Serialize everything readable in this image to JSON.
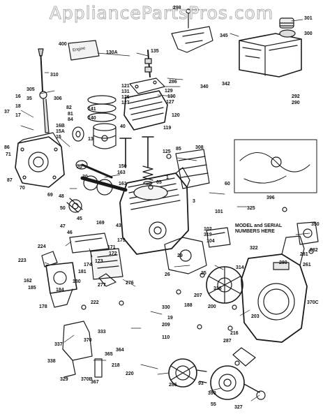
{
  "watermark": "AppliancePartsPros.com",
  "plate_note": [
    "MODEL and SERIAL",
    "NUMBERS HERE"
  ],
  "manual_label": "Engine",
  "labels": [
    "298",
    "301",
    "345",
    "300",
    "400",
    "130A",
    "135",
    "310",
    "286",
    "340",
    "342",
    "305",
    "306",
    "16",
    "35",
    "18",
    "37",
    "17",
    "82",
    "81",
    "84",
    "121",
    "131",
    "130",
    "127",
    "129",
    "126",
    "292",
    "290",
    "127",
    "120",
    "141",
    "140",
    "40",
    "16B",
    "15A",
    "15",
    "125",
    "13",
    "85",
    "308",
    "119",
    "86",
    "71",
    "87",
    "70",
    "20",
    "69",
    "30",
    "48",
    "50",
    "45",
    "47",
    "46",
    "169",
    "3",
    "43",
    "224",
    "171",
    "172",
    "173",
    "174",
    "175",
    "223",
    "162",
    "185",
    "181",
    "180",
    "184",
    "178",
    "276",
    "277",
    "222",
    "1",
    "150",
    "163",
    "161",
    "65",
    "325",
    "101",
    "60",
    "396",
    "102",
    "319",
    "330",
    "104",
    "322",
    "350",
    "281",
    "282",
    "280",
    "261",
    "370C",
    "29",
    "26",
    "25",
    "314",
    "316",
    "207",
    "188",
    "200",
    "203",
    "216",
    "19",
    "209",
    "110",
    "333",
    "370",
    "337",
    "365",
    "338",
    "329",
    "370B",
    "367",
    "364",
    "220",
    "218",
    "287",
    "286",
    "93",
    "390",
    "55",
    "327"
  ]
}
